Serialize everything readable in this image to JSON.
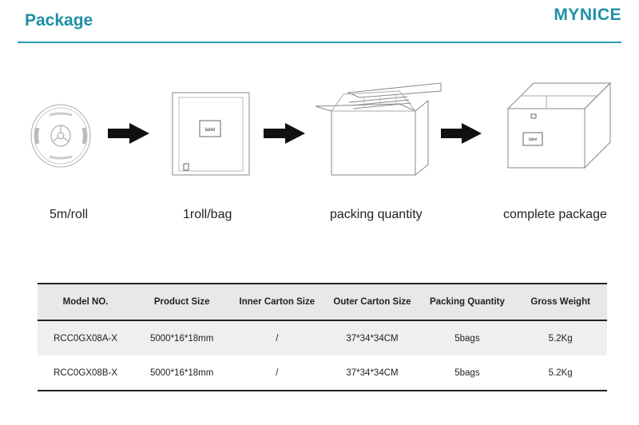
{
  "header": {
    "title": "Package",
    "brand": "MYNICE"
  },
  "steps": [
    {
      "label": "5m/roll",
      "icon": "reel-icon"
    },
    {
      "label": "1roll/bag",
      "icon": "bag-icon",
      "tag": "label"
    },
    {
      "label": "packing quantity",
      "icon": "open-carton-icon"
    },
    {
      "label": "complete package",
      "icon": "closed-carton-icon",
      "tag": "label"
    }
  ],
  "table": {
    "columns": [
      "Model NO.",
      "Product Size",
      "Inner Carton Size",
      "Outer Carton Size",
      "Packing Quantity",
      "Gross Weight"
    ],
    "rows": [
      [
        "RCC0GX08A-X",
        "5000*16*18mm",
        "/",
        "37*34*34CM",
        "5bags",
        "5.2Kg"
      ],
      [
        "RCC0GX08B-X",
        "5000*16*18mm",
        "/",
        "37*34*34CM",
        "5bags",
        "5.2Kg"
      ]
    ]
  },
  "colors": {
    "accent": "#1f8fa6",
    "rule": "#2e9ab3",
    "table_header_bg": "#e8e8e8",
    "table_alt_bg": "#efefef"
  }
}
